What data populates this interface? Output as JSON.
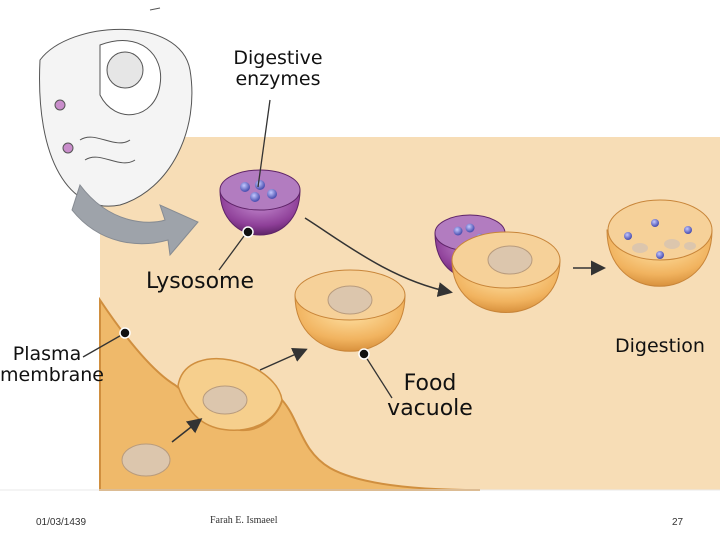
{
  "diagram": {
    "labels": {
      "digestive_enzymes": "Digestive\nenzymes",
      "lysosome": "Lysosome",
      "plasma_membrane": "Plasma\nmembrane",
      "food_vacuole": "Food\nvacuole",
      "digestion": "Digestion"
    },
    "colors": {
      "cytoplasm": "#f7ddb6",
      "membrane": "#e9aa55",
      "lysosome": "#8e3f98",
      "enzyme": "#6d71c9",
      "food": "#d9c3aa",
      "arrow_gray": "#9ea3aa"
    }
  },
  "footer": {
    "date": "01/03/1439",
    "author": "Farah E. Ismaeel",
    "page": "27"
  }
}
